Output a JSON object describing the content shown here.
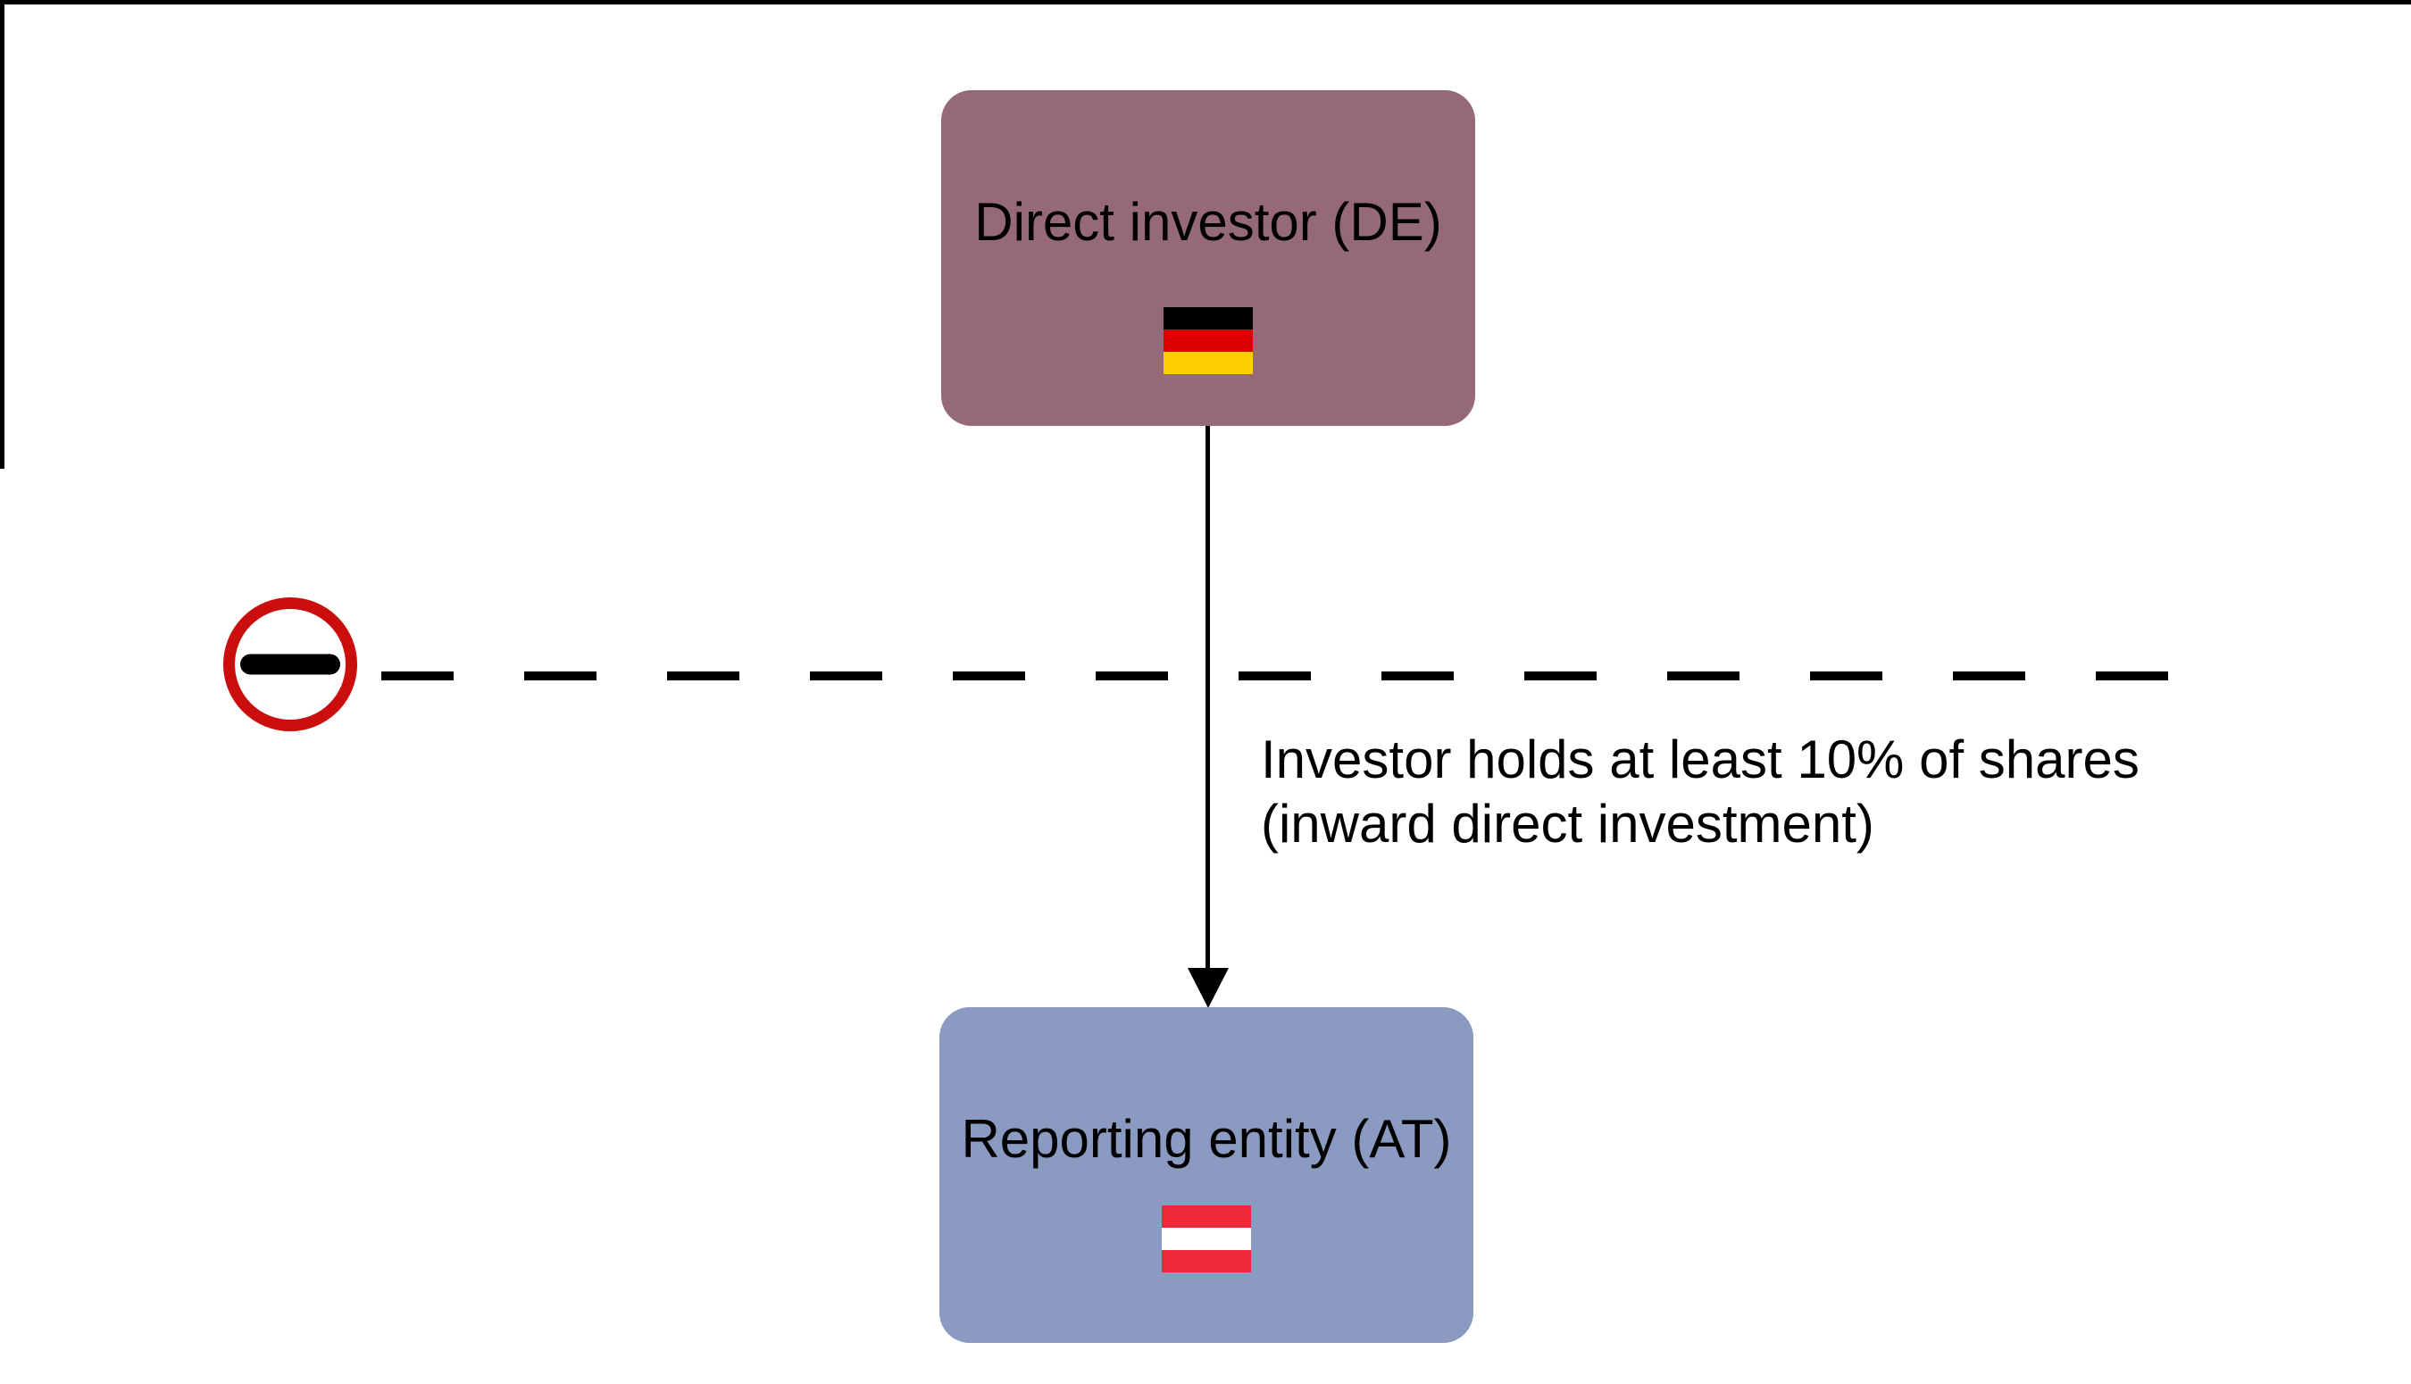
{
  "frame": {
    "border_color": "#000000"
  },
  "diagram": {
    "nodes": [
      {
        "id": "direct-investor",
        "label": "Direct investor (DE)",
        "fill": "#96697A",
        "flag": "germany-flag",
        "flag_colors": [
          "#000000",
          "#DD0000",
          "#FFCE00"
        ]
      },
      {
        "id": "reporting-entity",
        "label": "Reporting entity (AT)",
        "fill": "#8A9AC0",
        "flag": "austria-flag",
        "flag_colors": [
          "#ED2939",
          "#FFFFFF",
          "#ED2939"
        ]
      }
    ],
    "edge": {
      "label_line1": "Investor holds at least 10% of shares",
      "label_line2": "(inward direct investment)",
      "color": "#000000"
    },
    "border_line": {
      "style": "dashed",
      "color": "#000000"
    },
    "no_entry_sign": {
      "ring_color": "#CC0D0D",
      "bar_color": "#000000"
    }
  }
}
